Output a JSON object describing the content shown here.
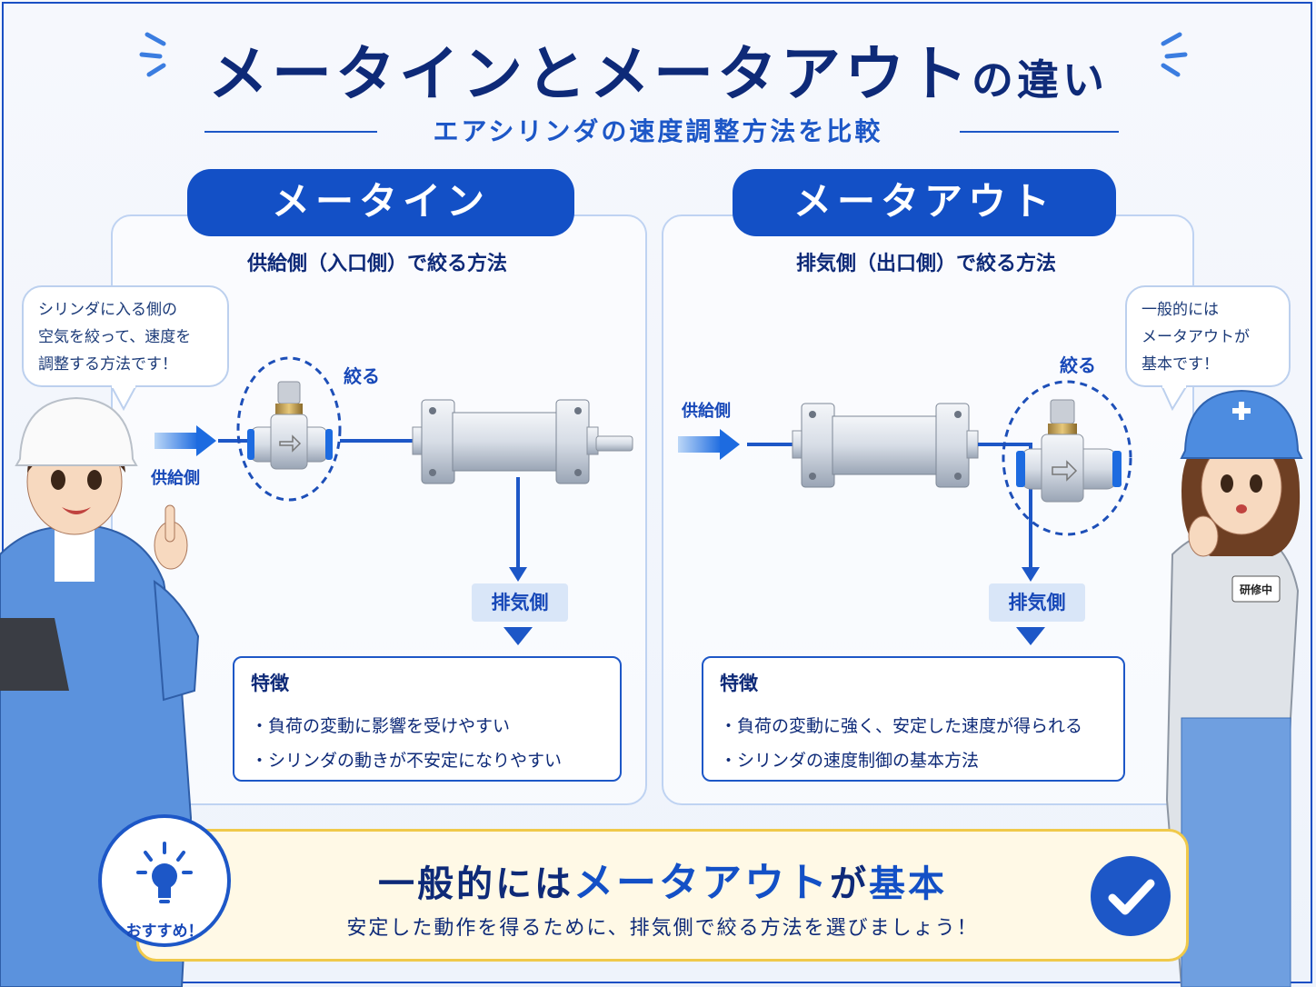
{
  "title": {
    "part1": "メータインとメータアウト",
    "part2": "の違い"
  },
  "subtitle": "エアシリンダの速度調整方法を比較",
  "left_panel": {
    "name": "メータイン",
    "method": "供給側（入口側）で絞る方法",
    "bubble": [
      "シリンダに入る側の",
      "空気を絞って、速度を",
      "調整する方法です！"
    ],
    "throttle_label": "絞る",
    "supply_label": "供給側",
    "exhaust_label": "排気側",
    "features_heading": "特徴",
    "features": [
      "・負荷の変動に影響を受けやすい",
      "・シリンダの動きが不安定になりやすい"
    ]
  },
  "right_panel": {
    "name": "メータアウト",
    "method": "排気側（出口側）で絞る方法",
    "bubble": [
      "一般的には",
      "メータアウトが",
      "基本です！"
    ],
    "throttle_label": "絞る",
    "supply_label": "供給側",
    "exhaust_label": "排気側",
    "features_heading": "特徴",
    "features": [
      "・負荷の変動に強く、安定した速度が得られる",
      "・シリンダの速度制御の基本方法"
    ]
  },
  "name_tag": "研修中",
  "bottom": {
    "main_pre": "一般的には",
    "main_hl": "メータアウト",
    "main_mid": "が",
    "main_post": "基本",
    "sub": "安定した動作を得るために、排気側で絞る方法を選びましょう！",
    "recommend": "おすすめ！"
  },
  "colors": {
    "primary": "#1350c6",
    "navy": "#0e2a78",
    "accent_yellow": "#f0c94a",
    "panel_border": "#bfd3f2"
  }
}
